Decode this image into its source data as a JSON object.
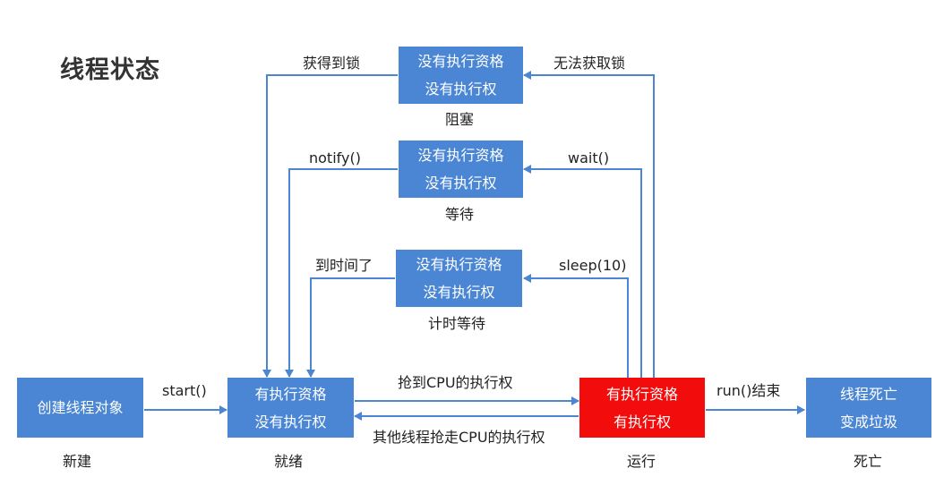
{
  "title": "线程状态",
  "colors": {
    "box": "#4a86d4",
    "running_box": "#f20c0c",
    "arrow": "#4a86d4"
  },
  "states": {
    "new": {
      "lines": [
        "创建线程对象"
      ],
      "caption": "新建"
    },
    "runnable": {
      "lines": [
        "有执行资格",
        "没有执行权"
      ],
      "caption": "就绪"
    },
    "running": {
      "lines": [
        "有执行资格",
        "有执行权"
      ],
      "caption": "运行"
    },
    "dead": {
      "lines": [
        "线程死亡",
        "变成垃圾"
      ],
      "caption": "死亡"
    },
    "blocked": {
      "lines": [
        "没有执行资格",
        "没有执行权"
      ],
      "caption": "阻塞"
    },
    "waiting": {
      "lines": [
        "没有执行资格",
        "没有执行权"
      ],
      "caption": "等待"
    },
    "timed_waiting": {
      "lines": [
        "没有执行资格",
        "没有执行权"
      ],
      "caption": "计时等待"
    }
  },
  "transitions": {
    "start": "start()",
    "get_cpu": "抢到CPU的执行权",
    "lose_cpu": "其他线程抢走CPU的执行权",
    "run_end": "run()结束",
    "cannot_get_lock": "无法获取锁",
    "got_lock": "获得到锁",
    "wait": "wait()",
    "notify": "notify()",
    "sleep": "sleep(10)",
    "time_up": "到时间了"
  }
}
